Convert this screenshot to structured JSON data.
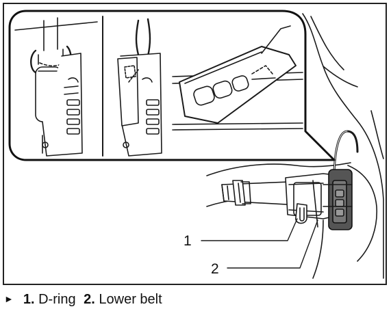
{
  "figure": {
    "callouts": [
      {
        "number": "1",
        "label": "D-ring"
      },
      {
        "number": "2",
        "label": "Lower belt"
      }
    ]
  },
  "caption": {
    "arrow_glyph": "►",
    "items": [
      {
        "number": "1.",
        "text": "D-ring"
      },
      {
        "number": "2.",
        "text": "Lower belt"
      }
    ]
  },
  "icons": [
    "triangle-arrow-icon"
  ]
}
